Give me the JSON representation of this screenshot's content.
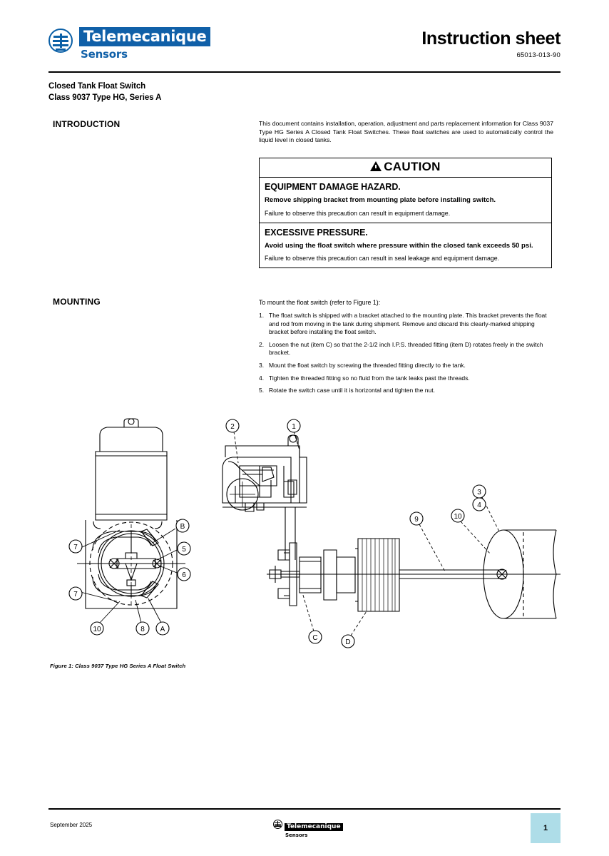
{
  "header": {
    "brand_name": "Telemecanique",
    "brand_sub": "Sensors",
    "doc_title": "Instruction sheet",
    "doc_number": "65013-013-90",
    "subtitle_line1": "Closed Tank Float Switch",
    "subtitle_line2": "Class 9037 Type HG, Series A"
  },
  "intro": {
    "label": "INTRODUCTION",
    "paragraph": "This document contains installation, operation, adjustment and parts replacement information for Class 9037 Type HG Series A Closed Tank Float Switches. These float switches are used to automatically control the liquid level in closed tanks."
  },
  "caution": {
    "title": "CAUTION",
    "blocks": [
      {
        "heading": "EQUIPMENT DAMAGE HAZARD.",
        "action": "Remove shipping bracket from mounting plate before installing switch.",
        "note": "Failure to observe this precaution can result in equipment damage."
      },
      {
        "heading": "EXCESSIVE PRESSURE.",
        "action": "Avoid using the float switch where pressure within the closed tank exceeds 50 psi.",
        "note": "Failure to observe this precaution can result in seal leakage and equipment damage."
      }
    ]
  },
  "mounting": {
    "label": "MOUNTING",
    "intro": "To mount the float switch (refer to Figure 1):",
    "steps": [
      {
        "num": "1.",
        "text": "The float switch is shipped with a bracket attached to the mounting plate. This bracket prevents the float and rod from moving in the tank during shipment. Remove and discard this clearly-marked shipping bracket before installing the float switch."
      },
      {
        "num": "2.",
        "text": "Loosen the nut (item C) so that the 2-1/2 inch I.P.S. threaded fitting (item D) rotates freely in the switch bracket."
      },
      {
        "num": "3.",
        "text": "Mount the float switch by screwing the threaded fitting directly to the tank."
      },
      {
        "num": "4.",
        "text": "Tighten the threaded fitting so no fluid from the tank leaks past the threads."
      },
      {
        "num": "5.",
        "text": "Rotate the switch case until it is horizontal and tighten the nut."
      }
    ]
  },
  "figure": {
    "caption": "Figure 1: Class 9037 Type HG Series A Float Switch",
    "callouts_left": [
      "7",
      "7",
      "B",
      "5",
      "6",
      "10",
      "8",
      "A"
    ],
    "callouts_right": [
      "2",
      "1",
      "3",
      "4",
      "9",
      "10",
      "C",
      "D"
    ]
  },
  "footer": {
    "date": "September 2025",
    "brand_name": "Telemecanique",
    "brand_sub": "Sensors",
    "page_number": "1"
  },
  "colors": {
    "brand_blue": "#1060a8",
    "page_box": "#aedde8",
    "rule": "#000000"
  }
}
